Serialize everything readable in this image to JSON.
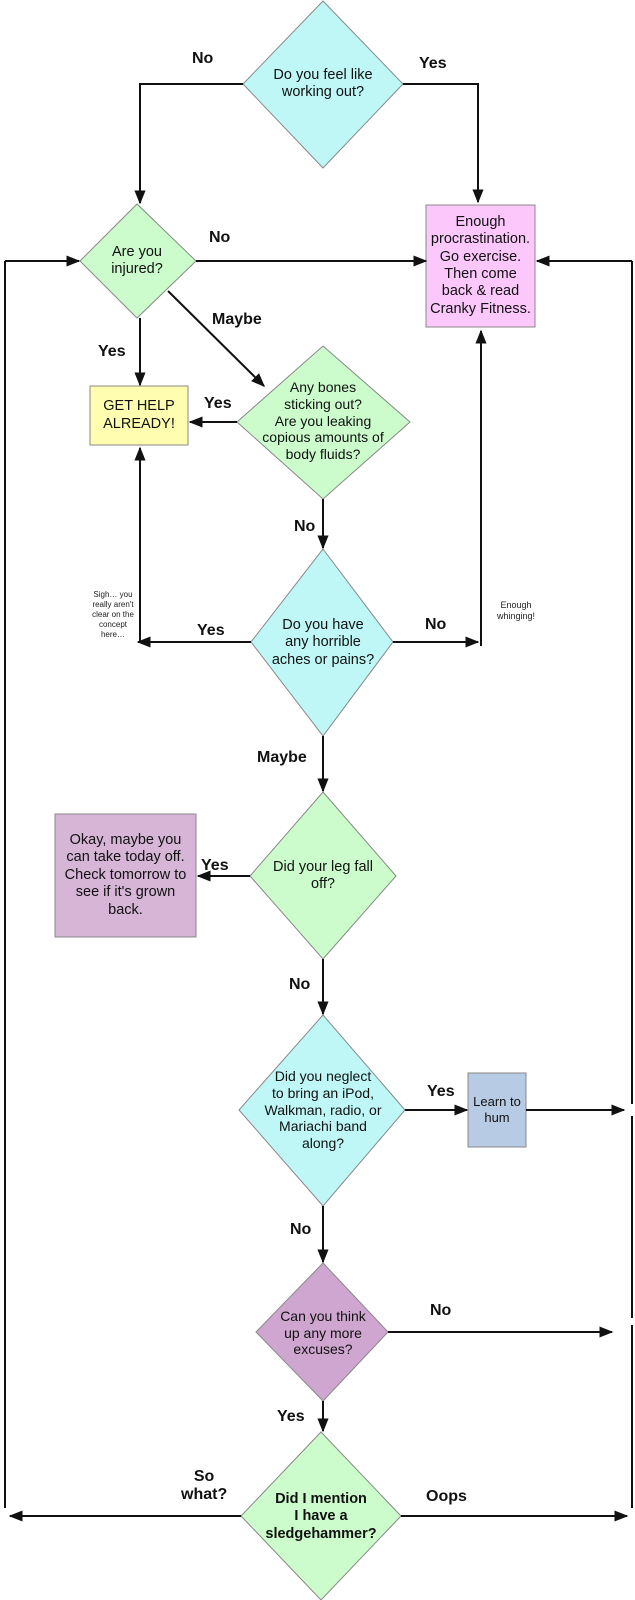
{
  "colors": {
    "cyan": "#bff7f7",
    "green": "#ccfccc",
    "pink": "#fcc8fc",
    "yellow": "#fffdb0",
    "purple": "#d6b5d6",
    "purple_diamond": "#cfa6cf",
    "blue": "#b8cbe4",
    "stroke": "#888888",
    "line": "#111111"
  },
  "nodes": {
    "feel_like": "Do you feel like\nworking out?",
    "injured": "Are you\ninjured?",
    "procrastination": "Enough\nprocrastination.\nGo exercise.\nThen come\nback & read\nCranky Fitness.",
    "get_help": "GET HELP\nALREADY!",
    "bones": "Any bones\nsticking out?\nAre you leaking\ncopious amounts of\nbody fluids?",
    "aches": "Do you have\nany horrible\naches or pains?",
    "leg": "Did your leg fall\noff?",
    "day_off": "Okay, maybe you\ncan take today off.\nCheck tomorrow to\nsee if it's grown\nback.",
    "ipod": "Did you neglect\nto bring an iPod,\nWalkman, radio, or\nMariachi band\nalong?",
    "hum": "Learn to\nhum",
    "excuses": "Can you think\nup any more\nexcuses?",
    "sledgehammer": "Did I mention\nI have a\nsledgehammer?"
  },
  "edges": {
    "feel_no": "No",
    "feel_yes": "Yes",
    "injured_no": "No",
    "injured_yes": "Yes",
    "injured_maybe": "Maybe",
    "bones_yes": "Yes",
    "bones_no": "No",
    "aches_yes": "Yes",
    "aches_no": "No",
    "aches_maybe": "Maybe",
    "leg_yes": "Yes",
    "leg_no": "No",
    "ipod_yes": "Yes",
    "ipod_no": "No",
    "excuses_no": "No",
    "excuses_yes": "Yes",
    "sledge_sowhat": "So\nwhat?",
    "sledge_oops": "Oops"
  },
  "notes": {
    "sigh": "Sigh… you\nreally aren't\nclear on the\nconcept here…",
    "whinging": "Enough\nwhinging!"
  }
}
